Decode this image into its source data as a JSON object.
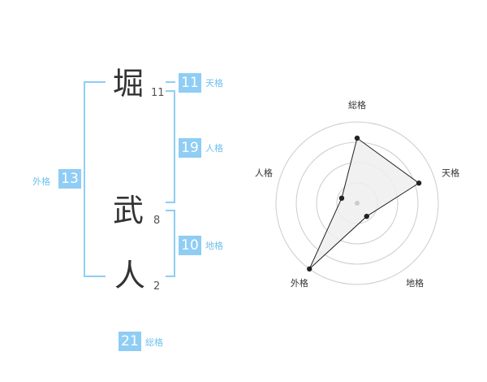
{
  "characters": [
    {
      "char": "堀",
      "strokes": "11"
    },
    {
      "char": "武",
      "strokes": "8"
    },
    {
      "char": "人",
      "strokes": "2"
    }
  ],
  "kakusu": {
    "tenkaku": {
      "value": "11",
      "label": "天格"
    },
    "jinkaku": {
      "value": "19",
      "label": "人格"
    },
    "chikaku": {
      "value": "10",
      "label": "地格"
    },
    "gaikaku": {
      "value": "13",
      "label": "外格"
    },
    "soukaku": {
      "value": "21",
      "label": "総格"
    }
  },
  "colors": {
    "accent": "#8fcdf5",
    "label": "#6fc1ee",
    "text": "#333333",
    "radar_fill": "#efefef"
  },
  "chart_data": {
    "type": "radar",
    "axes": [
      "総格",
      "天格",
      "地格",
      "外格",
      "人格"
    ],
    "values": [
      4,
      4,
      1,
      5,
      1
    ],
    "rmax": 5,
    "rings": 4
  }
}
